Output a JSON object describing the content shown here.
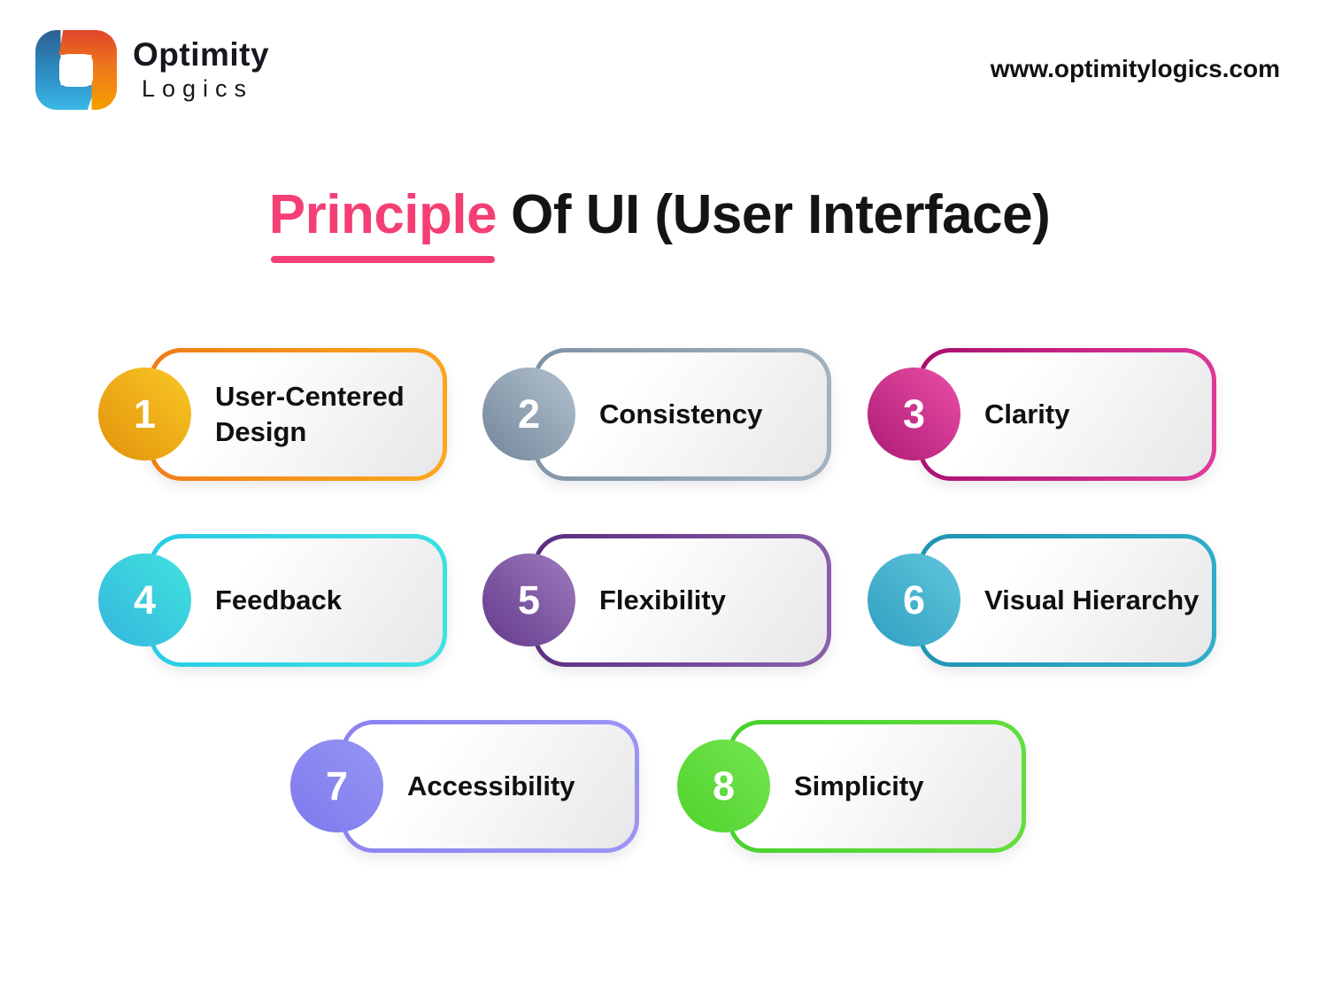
{
  "header": {
    "logo": {
      "title": "Optimity",
      "subtitle": "Logics"
    },
    "website": "www.optimitylogics.com"
  },
  "title": {
    "highlight": "Principle",
    "rest": "Of UI (User Interface)"
  },
  "colors": {
    "title_highlight": "#F43F75",
    "title_text": "#141414",
    "logo_blue_top": "#2B5F94",
    "logo_blue_bottom": "#38B7E5",
    "logo_orange_top": "#E1442B",
    "logo_orange_bottom": "#F5A000"
  },
  "principles": [
    {
      "number": "1",
      "label": "User-Centered Design",
      "border_from": "#EF7B16",
      "border_to": "#FBA81F",
      "circle_from": "#E2920B",
      "circle_to": "#F9C826"
    },
    {
      "number": "2",
      "label": "Consistency",
      "border_from": "#7E93A6",
      "border_to": "#A2B3C1",
      "circle_from": "#72869A",
      "circle_to": "#B2C1CD"
    },
    {
      "number": "3",
      "label": "Clarity",
      "border_from": "#A90F6E",
      "border_to": "#E23A9B",
      "circle_from": "#AB1A77",
      "circle_to": "#EC4FA5"
    },
    {
      "number": "4",
      "label": "Feedback",
      "border_from": "#27CBE4",
      "border_to": "#3DE2E2",
      "circle_from": "#35B6DE",
      "circle_to": "#3FE3DE"
    },
    {
      "number": "5",
      "label": "Flexibility",
      "border_from": "#5A2C7D",
      "border_to": "#8A61AC",
      "circle_from": "#63398B",
      "circle_to": "#9E7CBE"
    },
    {
      "number": "6",
      "label": "Visual Hierarchy",
      "border_from": "#1E93B1",
      "border_to": "#2FAECB",
      "circle_from": "#2E9FC0",
      "circle_to": "#62C6DD"
    },
    {
      "number": "7",
      "label": "Accessibility",
      "border_from": "#8B82F0",
      "border_to": "#9C95F4",
      "circle_from": "#7D79ED",
      "circle_to": "#9795F3"
    },
    {
      "number": "8",
      "label": "Simplicity",
      "border_from": "#47D02A",
      "border_to": "#62DF3C",
      "circle_from": "#4FD22C",
      "circle_to": "#74E651"
    }
  ]
}
